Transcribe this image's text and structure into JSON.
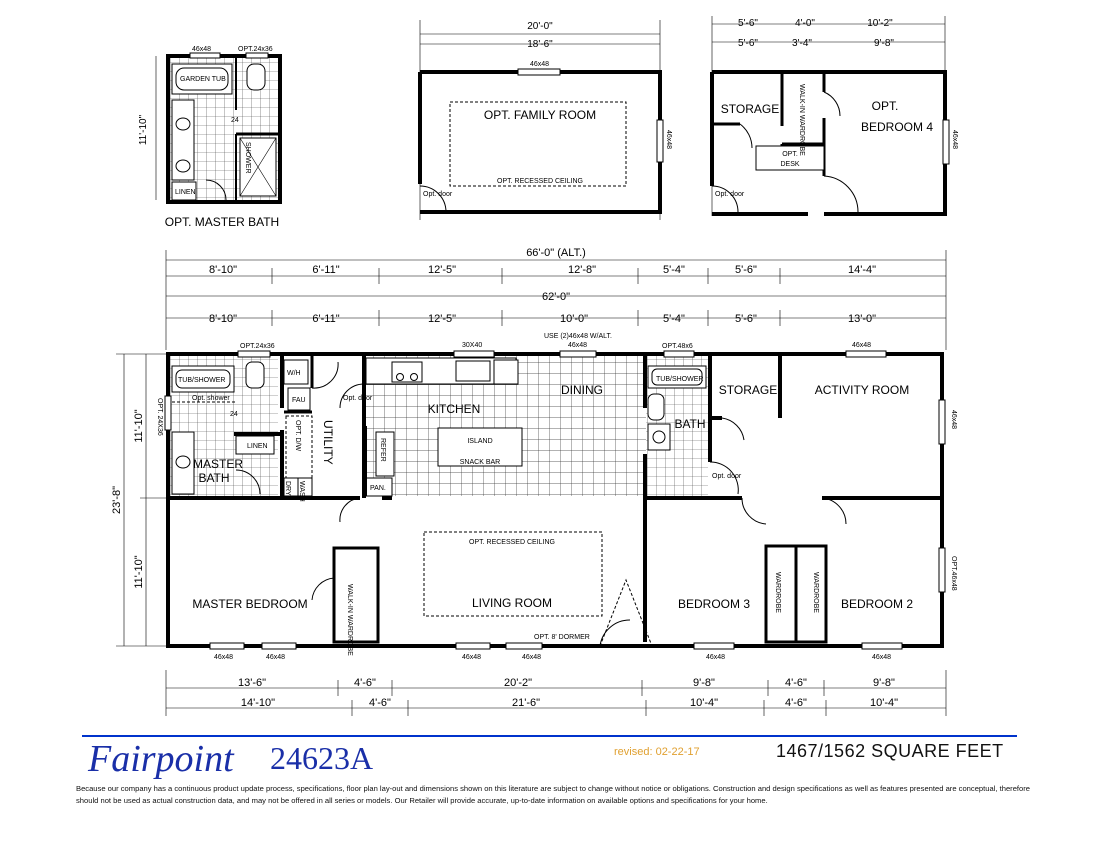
{
  "labels": {
    "opt_master_bath_title": "OPT. MASTER BATH",
    "garden_tub": "GARDEN TUB",
    "shower": "SHOWER",
    "linen": "LINEN",
    "w24": "24",
    "w46x48": "46x48",
    "opt24x36": "OPT.24x36",
    "opt24x36_b": "OPT.24x36",
    "opt_family_room": "OPT. FAMILY ROOM",
    "opt_recessed_ceiling": "OPT. RECESSED CEILING",
    "opt_door": "Opt. door",
    "storage": "STORAGE",
    "walk_in_wardrobe": "WALK-IN WARDROBE",
    "opt_bedroom4_a": "OPT.",
    "opt_bedroom4_b": "BEDROOM 4",
    "opt_desk_a": "OPT.",
    "opt_desk_b": "DESK",
    "tub_shower": "TUB/SHOWER",
    "opt_shower": "Opt. shower",
    "opt24x36_side": "OPT. 24X36",
    "master_bath_a": "MASTER",
    "master_bath_b": "BATH",
    "wh": "W/H",
    "fau": "FAU",
    "utility": "UTILITY",
    "opt_dw": "OPT. D/W",
    "dry": "DRY",
    "wash": "WASH",
    "refer": "REFER",
    "pan": "PAN.",
    "kitchen": "KITCHEN",
    "dining": "DINING",
    "island": "ISLAND",
    "snack_bar": "SNACK BAR",
    "w30x40": "30X40",
    "use_windows": "USE (2)46x48 W/ALT.",
    "opt48x6": "OPT.48x6",
    "bath": "BATH",
    "activity_room": "ACTIVITY ROOM",
    "master_bedroom": "MASTER BEDROOM",
    "living_room": "LIVING ROOM",
    "opt_dormer": "OPT. 8' DORMER",
    "bedroom3": "BEDROOM 3",
    "bedroom2": "BEDROOM 2",
    "wardrobe": "WARDROBE",
    "opt46x48": "OPT.46x48",
    "dim_11_10": "11'-10\"",
    "dim_23_8": "23'-8\""
  },
  "dimensions": {
    "family_20_0": "20'-0\"",
    "family_18_6": "18'-6\"",
    "b4_5_6": "5'-6\"",
    "b4_4_0": "4'-0\"",
    "b4_10_2": "10'-2\"",
    "b4_5_6b": "5'-6\"",
    "b4_3_4": "3'-4\"",
    "b4_9_8": "9'-8\"",
    "overall_alt": "66'-0\" (ALT.)",
    "top1": [
      "8'-10\"",
      "6'-11\"",
      "12'-5\"",
      "12'-8\"",
      "5'-4\"",
      "5'-6\"",
      "14'-4\""
    ],
    "overall": "62'-0\"",
    "top2": [
      "8'-10\"",
      "6'-11\"",
      "12'-5\"",
      "10'-0\"",
      "5'-4\"",
      "5'-6\"",
      "13'-0\""
    ],
    "bot1": [
      "13'-6\"",
      "4'-6\"",
      "20'-2\"",
      "9'-8\"",
      "4'-6\"",
      "9'-8\""
    ],
    "bot2": [
      "14'-10\"",
      "4'-6\"",
      "21'-6\"",
      "10'-4\"",
      "4'-6\"",
      "10'-4\""
    ]
  },
  "footer": {
    "brand": "Fairpoint",
    "model": "24623A",
    "revised": "revised: 02-22-17",
    "sqft": "1467/1562 SQUARE FEET",
    "disclaimer": "Because our company has a continuous product update process, specifications, floor plan lay-out and dimensions shown on this literature are subject to change without notice or obligations.  Construction and design specifications as well as features presented are conceptual, therefore should not be used as actual construction data, and may not be offered in all series or models.  Our Retailer will provide accurate, up-to-date information on available options and specifications for your home."
  },
  "colors": {
    "brand": "#1a2fa8",
    "revised": "#e0a030",
    "rule": "#0033cc"
  }
}
